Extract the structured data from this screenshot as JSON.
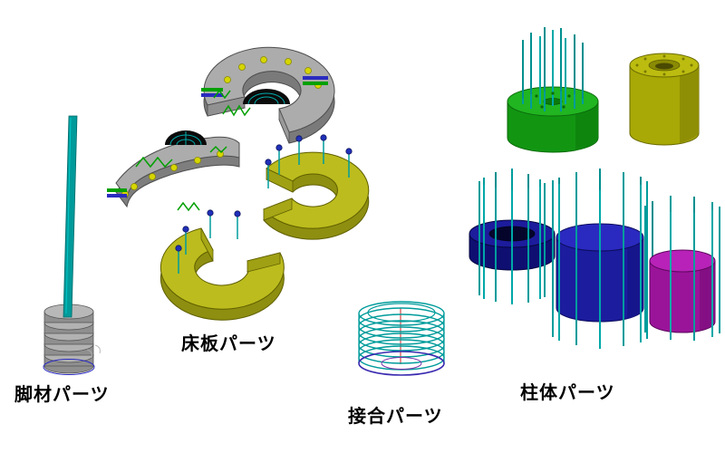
{
  "canvas": {
    "background": "#ffffff"
  },
  "parts": [
    {
      "id": "leg",
      "label": "脚材パーツ"
    },
    {
      "id": "floor",
      "label": "床板パーツ"
    },
    {
      "id": "joint",
      "label": "接合パーツ"
    },
    {
      "id": "column",
      "label": "柱体パーツ"
    }
  ],
  "colors": {
    "rebar_teal": "#009c9c",
    "plate_gray": "#acacac",
    "plate_yellow": "#bcbc1e",
    "column_green": "#21b521",
    "column_yellow": "#bcbc10",
    "ring_navy": "#1c1c9c",
    "column_blue": "#2a2ac0",
    "column_magenta": "#b822b8",
    "pin_blue": "#2030b8",
    "wire_green": "#00a000",
    "label_text": "#000000"
  }
}
